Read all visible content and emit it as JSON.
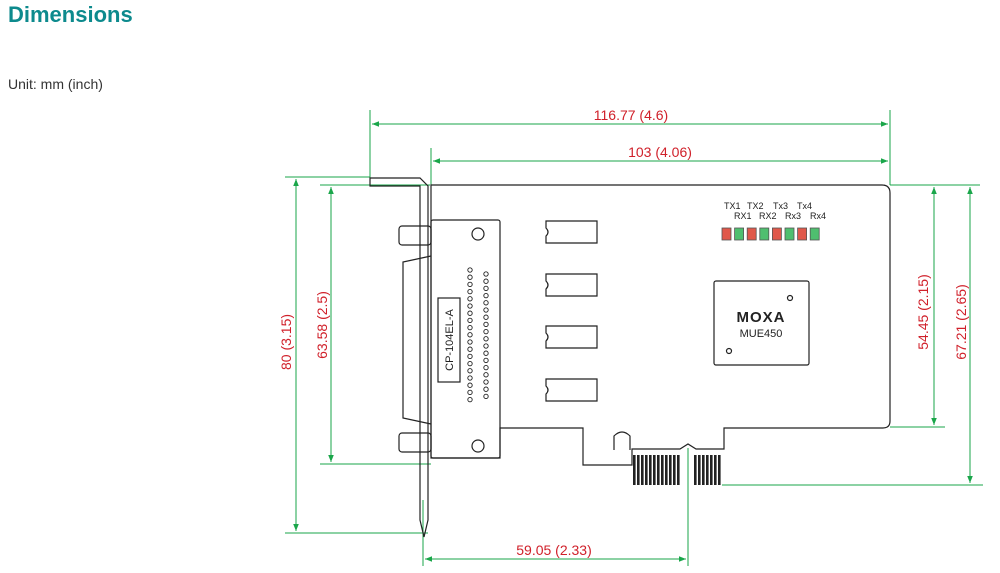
{
  "title": "Dimensions",
  "unit": "Unit: mm (inch)",
  "dimensions": {
    "overall_length": "116.77 (4.6)",
    "board_length": "103 (4.06)",
    "bracket_height": "80 (3.15)",
    "bracket_inner": "63.58 (2.5)",
    "board_height_upper": "54.45 (2.15)",
    "board_height_total": "67.21 (2.65)",
    "edge_offset": "59.05 (2.33)"
  },
  "board": {
    "connector_label": "CP-104EL-A",
    "chip_brand": "MOXA",
    "chip_model": "MUE450",
    "led_tx_labels": [
      "TX1",
      "TX2",
      "Tx3",
      "Tx4"
    ],
    "led_rx_labels": [
      "RX1",
      "RX2",
      "Rx3",
      "Rx4"
    ],
    "led_colors": [
      "#e0584a",
      "#4fbf6f"
    ]
  }
}
